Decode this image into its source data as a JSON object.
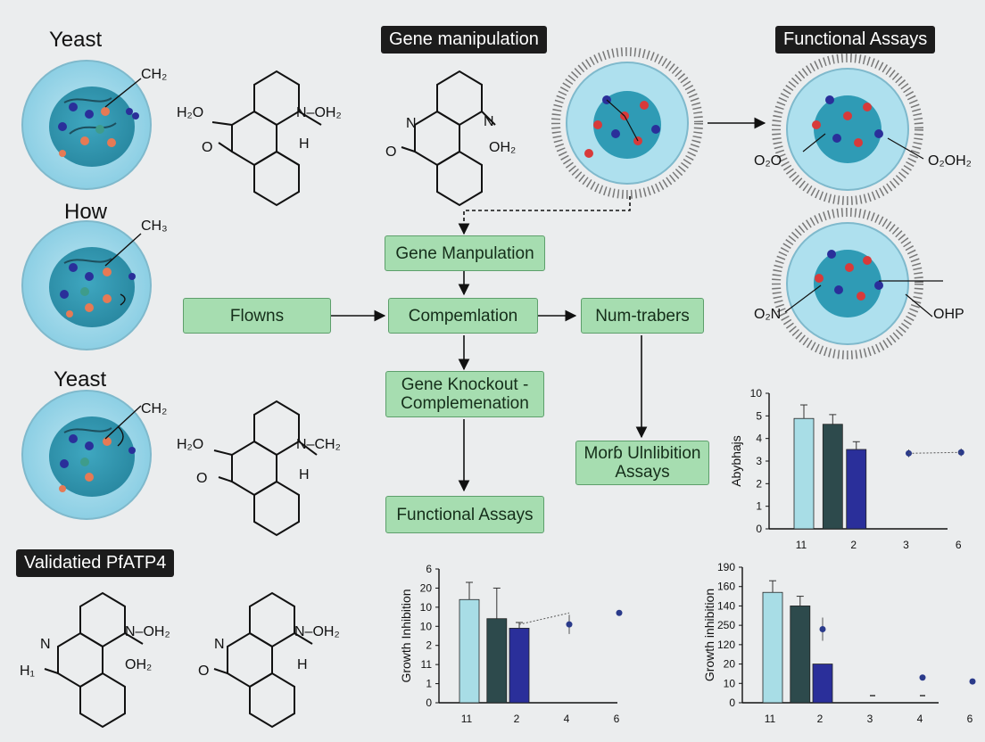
{
  "tags": {
    "top_center": "Gene manipulation",
    "top_right": "Functional Assays",
    "bottom_left": "Validatied PfATP4"
  },
  "labels": {
    "yeast_1": "Yeast",
    "how": "How",
    "yeast_2": "Yeast"
  },
  "cell_labels": {
    "cell_1": "CH₂",
    "cell_2": "CH₃",
    "cell_3": "CH₂"
  },
  "molecule_labels": {
    "m1_h2o": "H₂O",
    "m1_oh2": "N–OH₂",
    "m1_h": "H",
    "m1_o": "O",
    "m2_n": "N",
    "m2_n2": "N",
    "m2_o": "O",
    "m2_oh2": "OH₂",
    "m3_h2o": "H₂O",
    "m3_nch2": "N–CH₂",
    "m3_h": "H",
    "m3_o": "O",
    "m4_n": "N",
    "m4_h1": "H₁",
    "m4_noh2": "N–OH₂",
    "m4_oh2": "OH₂",
    "m5_n": "N",
    "m5_o": "O",
    "m5_noh2": "N–OH₂",
    "m5_h": "H"
  },
  "vesicle_labels": {
    "v2_left": "O₂O",
    "v2_right": "O₂OH₂",
    "v3_left": "O₂N",
    "v3_right": "OHP"
  },
  "flow_boxes": {
    "gene_manpulation": "Gene Manpulation",
    "flowns": "Flowns",
    "compemlation": "Compemlation",
    "num_trabers": "Num-trabers",
    "gene_knockout": "Gene Knockout -\nComplemenation",
    "monb_inlibition": "Morɓ Ulnlibition\nAssays",
    "functional_assays": "Functional Assays"
  },
  "chart_data": [
    {
      "type": "bar",
      "ylabel": "Abybhajs",
      "yticks": [
        "0",
        "1",
        "2",
        "3",
        "4",
        "5",
        "10"
      ],
      "xticks": [
        "11",
        "2",
        "3",
        "6"
      ],
      "bars": [
        {
          "slot": 0,
          "value": 5.7,
          "err": 0.7,
          "color": "#a8dde6"
        },
        {
          "slot": 0.55,
          "value": 5.4,
          "err": 0.5,
          "color": "#2d4a4c"
        },
        {
          "slot": 1,
          "value": 4.1,
          "err": 0.4,
          "color": "#2a2f9a"
        }
      ],
      "points": [
        {
          "slot": 2,
          "value": 3.9,
          "err": 0.2
        },
        {
          "slot": 3,
          "value": 3.95,
          "err": 0.2
        }
      ],
      "line_slots": [
        2,
        3
      ]
    },
    {
      "type": "bar",
      "ylabel": "Growth Inhibition",
      "yticks": [
        "0",
        "1",
        "11",
        "2",
        "10",
        "10",
        "20",
        "6"
      ],
      "xticks": [
        "11",
        "2",
        "4",
        "6"
      ],
      "bars": [
        {
          "slot": 0,
          "value": 5.4,
          "err": 0.9,
          "color": "#a8dde6"
        },
        {
          "slot": 0.55,
          "value": 4.4,
          "err": 1.6,
          "color": "#2d4a4c"
        },
        {
          "slot": 1,
          "value": 3.9,
          "err": 0.3,
          "color": "#2a2f9a"
        }
      ],
      "points": [
        {
          "slot": 2,
          "value": 4.1,
          "err": 0.5
        },
        {
          "slot": 3,
          "value": 4.7,
          "err": 0.15
        }
      ],
      "line_slots": [
        1,
        2
      ]
    },
    {
      "type": "bar",
      "ylabel": "Growth inhibition",
      "yticks": [
        "0",
        "10",
        "20",
        "120",
        "250",
        "140",
        "160",
        "190"
      ],
      "xticks": [
        "11",
        "2",
        "3",
        "4",
        "6"
      ],
      "bars": [
        {
          "slot": 0,
          "value": 5.7,
          "err": 0.6,
          "color": "#a8dde6"
        },
        {
          "slot": 0.55,
          "value": 5.0,
          "err": 0.5,
          "color": "#2d4a4c"
        },
        {
          "slot": 1,
          "value": 2.0,
          "err": 0,
          "color": "#2a2f9a"
        }
      ],
      "points": [
        {
          "slot": 1,
          "value": 3.8,
          "err": 0.6
        },
        {
          "slot": 3,
          "value": 1.3,
          "err": 0
        },
        {
          "slot": 4,
          "value": 1.1,
          "err": 0
        }
      ],
      "dashes": [
        2,
        3
      ],
      "line_slots": []
    }
  ]
}
